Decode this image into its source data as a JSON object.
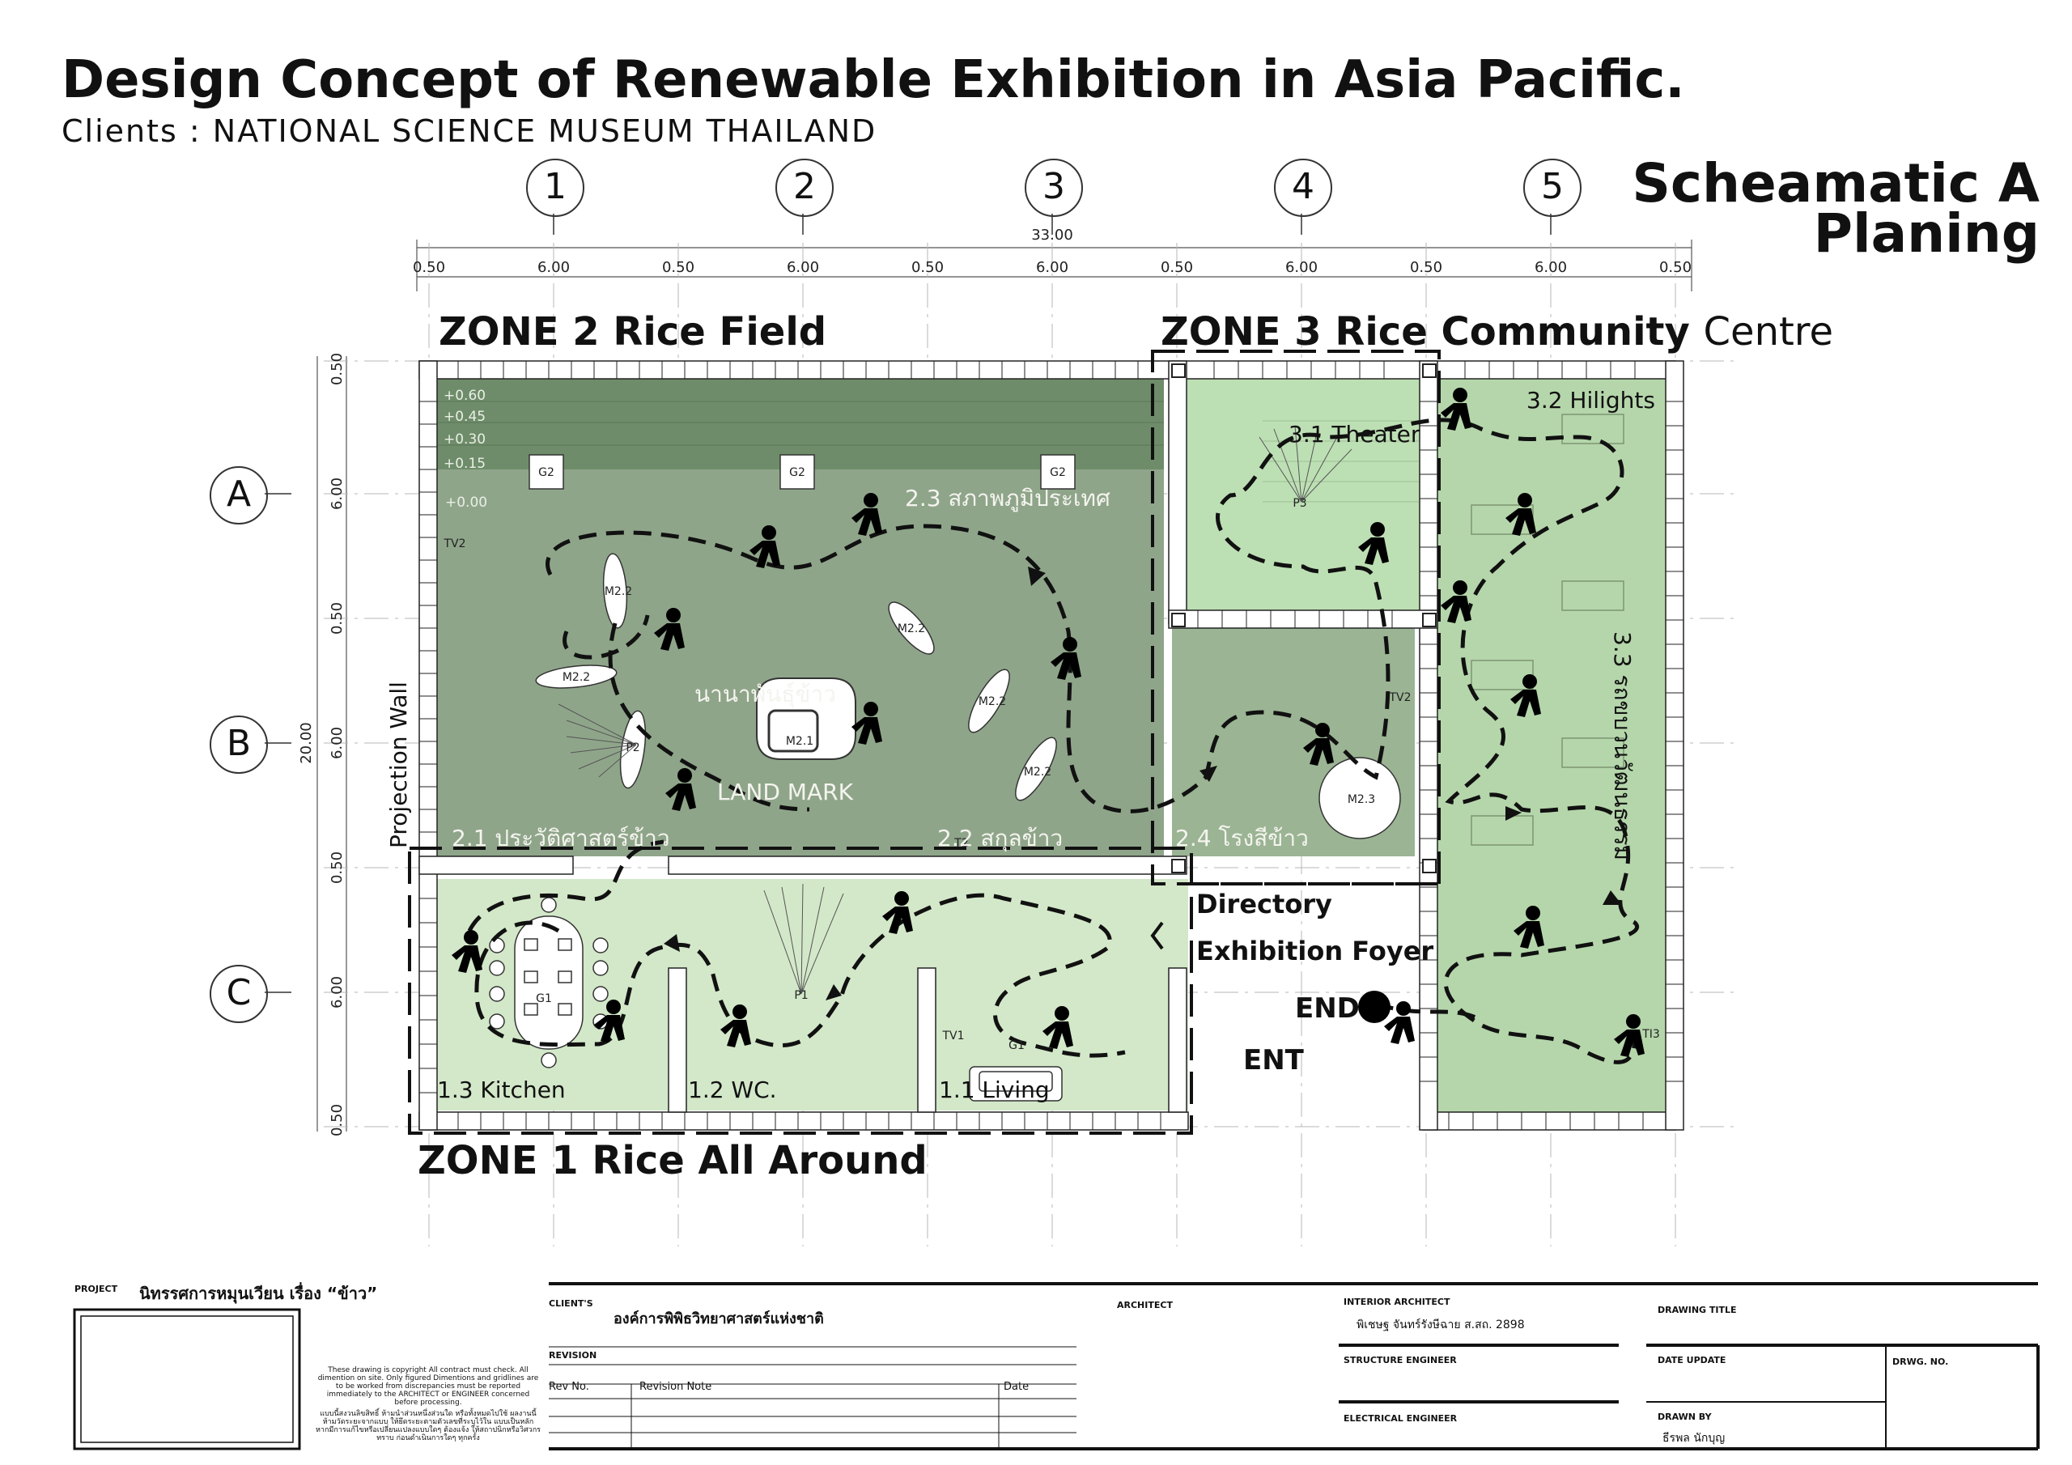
{
  "header": {
    "title": "Design Concept of Renewable Exhibition in Asia Pacific.",
    "client_line": "Clients : NATIONAL SCIENCE MUSEUM THAILAND",
    "sheet_title_line1": "Scheamatic A",
    "sheet_title_line2": "Planing"
  },
  "grid": {
    "columns": [
      "1",
      "2",
      "3",
      "4",
      "5"
    ],
    "rows": [
      "A",
      "B",
      "C"
    ],
    "total_width": "33.00",
    "top_dims": [
      "0.50",
      "6.00",
      "0.50",
      "6.00",
      "0.50",
      "6.00",
      "0.50",
      "6.00",
      "0.50",
      "6.00",
      "0.50"
    ],
    "total_height": "20.00",
    "side_dims": [
      "0.50",
      "6.00",
      "0.50",
      "6.00",
      "0.50",
      "6.00",
      "0.50"
    ]
  },
  "zones": {
    "zone2": "ZONE 2 Rice Field",
    "zone3_bold": "ZONE 3 Rice Community",
    "zone3_rest": "Centre",
    "zone1": "ZONE 1 Rice All Around"
  },
  "areas": {
    "a21": "2.1 ประวัติศาสตร์ข้าว",
    "a22": "2.2 สกุลข้าว",
    "a23": "2.3 สภาพภูมิประเทศ",
    "a24": "2.4 โรงสีข้าว",
    "landmark_top": "นานาพันธุ์ข้าว",
    "landmark_bottom": "LAND MARK",
    "a31": "3.1 Theater",
    "a32": "3.2 Hilights",
    "a33": "3.3 รถขบวนวัฒนธรรม",
    "a13": "1.3 Kitchen",
    "a12": "1.2 WC.",
    "a11": "1.1 Living",
    "projection_wall": "Projection Wall",
    "directory": "Directory",
    "foyer": "Exhibition Foyer",
    "end": "END",
    "ent": "ENT"
  },
  "levels": [
    "+0.60",
    "+0.45",
    "+0.30",
    "+0.15",
    "+0.00"
  ],
  "tags": {
    "g2": "G2",
    "tv2": "TV2",
    "m22": "M2.2",
    "m21": "M2.1",
    "m23": "M2.3",
    "p2": "P2",
    "p3": "P3",
    "p1": "P1",
    "t2": "T2",
    "g1": "G1",
    "tv1": "TV1",
    "t3": "TI3"
  },
  "titleblock": {
    "project_label": "PROJECT",
    "project_value": "นิทรรศการหมุนเวียน เรื่อง “ข้าว”",
    "client_label": "CLIENT'S",
    "client_value": "องค์การพิพิธวิทยาศาสตร์แห่งชาติ",
    "revision_label": "REVISION",
    "rev_no": "Rev No.",
    "rev_note": "Revision Note",
    "rev_date": "Date",
    "architect_label": "ARCHITECT",
    "interior_label": "INTERIOR ARCHITECT",
    "interior_value": "พิเชษฐ จันทร์รังษีฉาย     ส.สถ. 2898",
    "structure_label": "STRUCTURE ENGINEER",
    "electrical_label": "ELECTRICAL ENGINEER",
    "drawing_title_label": "DRAWING TITLE",
    "date_update_label": "DATE UPDATE",
    "drawn_by_label": "DRAWN BY",
    "drawn_by_value": "ธีรพล  นักบุญ",
    "drwg_no_label": "DRWG. NO.",
    "copyright_en": "These drawing is copyright All contract must check. All dimention on site. Only figured Dimentions and gridlines are to be worked from discrepancies must be reported immediately to the ARCHITECT or ENGINEER concerned before processing.",
    "copyright_th": "แบบนี้สงวนลิขสิทธิ์ ห้ามนำส่วนหนึ่งส่วนใด หรือทั้งหมดไปใช้ ผลงานนี้ ห้ามวัดระยะจากแบบ ให้ยึดระยะตามตัวเลขที่ระบุไว้ใน แบบเป็นหลัก หากมีการแก้ไขหรือเปลี่ยนแปลงแบบใดๆ ต้องแจ้ง ให้สถาปนิกหรือวิศวกรทราบ ก่อนดำเนินการใดๆ ทุกครั้ง"
  },
  "colors": {
    "zone2_fill": "#8fa58a",
    "zone2_band": "#6e8c69",
    "zone3_fill": "#bddfb4",
    "zone33_fill": "#b5d6ab",
    "zone1_fill": "#d3e8c9",
    "mill_fill": "#9bb494"
  }
}
